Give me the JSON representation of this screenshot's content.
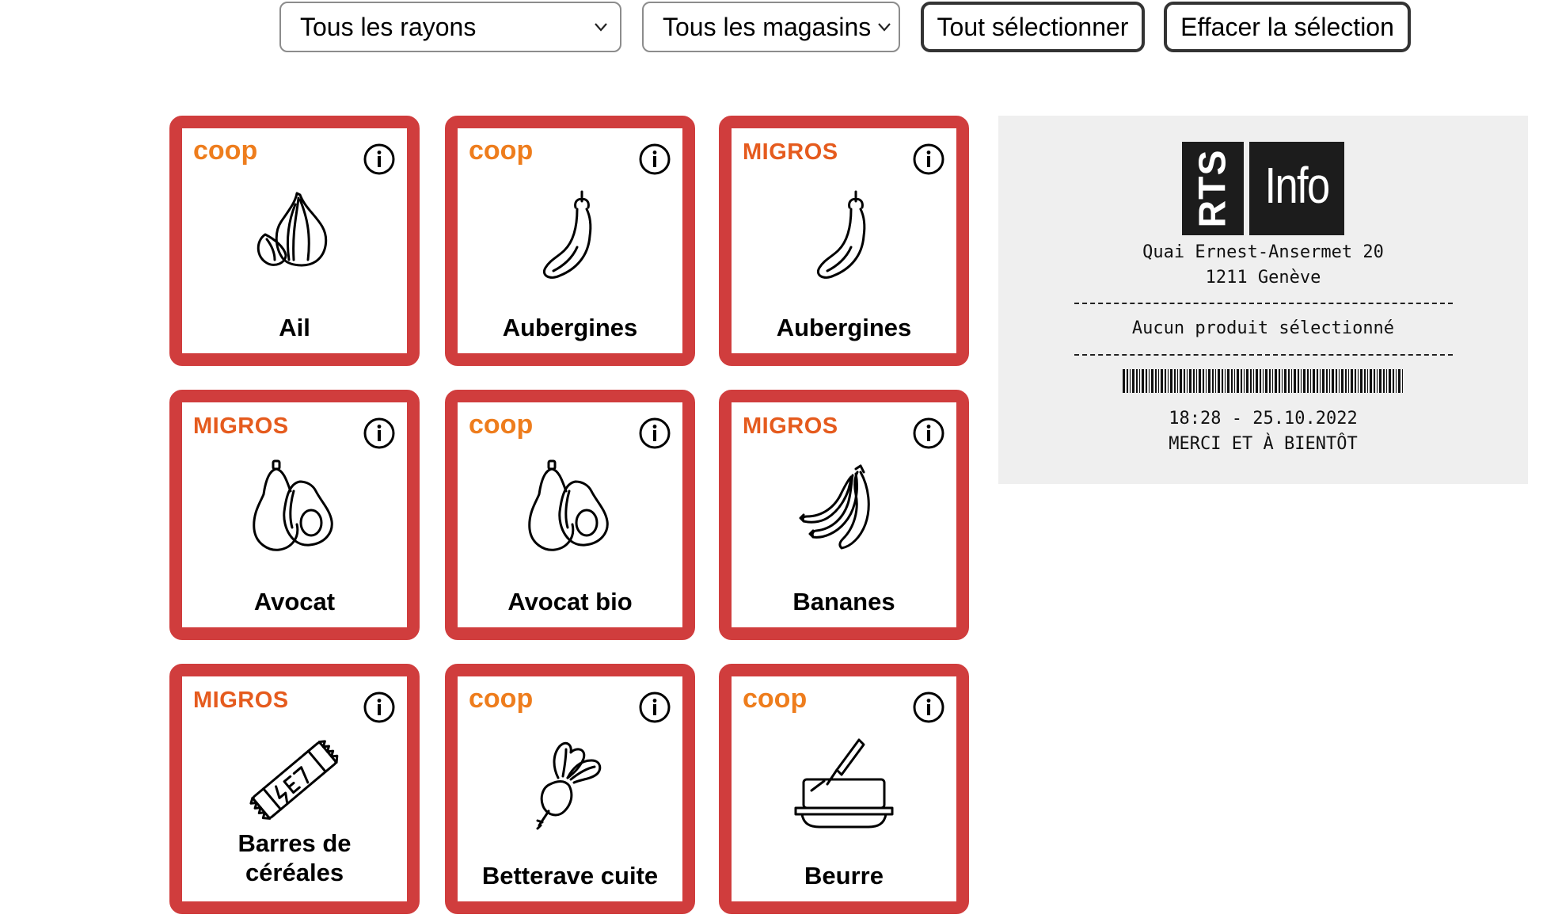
{
  "filters": {
    "departments_selected": "Tous les rayons",
    "stores_selected": "Tous les magasins",
    "select_all_label": "Tout sélectionner",
    "clear_selection_label": "Effacer la sélection"
  },
  "colors": {
    "card_border": "#d03d3d",
    "migros_orange": "#e55b1e",
    "coop_orange": "#ee7d1d",
    "receipt_bg": "#efefef"
  },
  "products": [
    {
      "store": "coop",
      "name": "Ail",
      "icon": "garlic-icon"
    },
    {
      "store": "coop",
      "name": "Aubergines",
      "icon": "eggplant-icon"
    },
    {
      "store": "MIGROS",
      "name": "Aubergines",
      "icon": "eggplant-icon"
    },
    {
      "store": "MIGROS",
      "name": "Avocat",
      "icon": "avocado-icon"
    },
    {
      "store": "coop",
      "name": "Avocat bio",
      "icon": "avocado-icon"
    },
    {
      "store": "MIGROS",
      "name": "Bananes",
      "icon": "banana-icon"
    },
    {
      "store": "MIGROS",
      "name": "Barres de céréales",
      "icon": "cereal-bar-icon"
    },
    {
      "store": "coop",
      "name": "Betterave cuite",
      "icon": "beetroot-icon"
    },
    {
      "store": "coop",
      "name": "Beurre",
      "icon": "butter-icon"
    }
  ],
  "receipt": {
    "logo_left": "RTS",
    "logo_right": "Info",
    "address_line1": "Quai Ernest-Ansermet 20",
    "address_line2": "1211 Genève",
    "status": "Aucun produit sélectionné",
    "datetime": "18:28 - 25.10.2022",
    "farewell": "MERCI ET À BIENTÔT"
  }
}
